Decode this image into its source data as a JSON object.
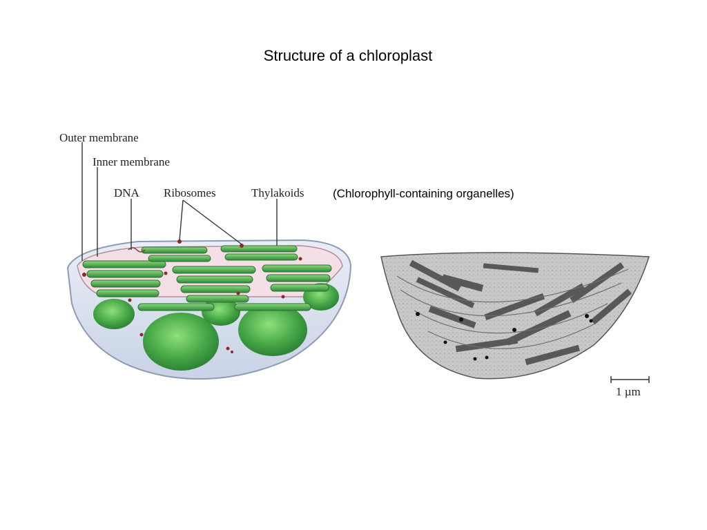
{
  "title": "Structure of a chloroplast",
  "caption": "(Chlorophyll-containing organelles)",
  "labels": {
    "outer_membrane": "Outer membrane",
    "inner_membrane": "Inner membrane",
    "dna": "DNA",
    "ribosomes": "Ribosomes",
    "thylakoids": "Thylakoids"
  },
  "scale_bar": "1 µm",
  "colors": {
    "thylakoid_green": "#3f9c45",
    "stroma_green": "#5fbf58",
    "membrane_blue": "#b9c6dc",
    "micrograph_gray": "#9a9a9a"
  }
}
